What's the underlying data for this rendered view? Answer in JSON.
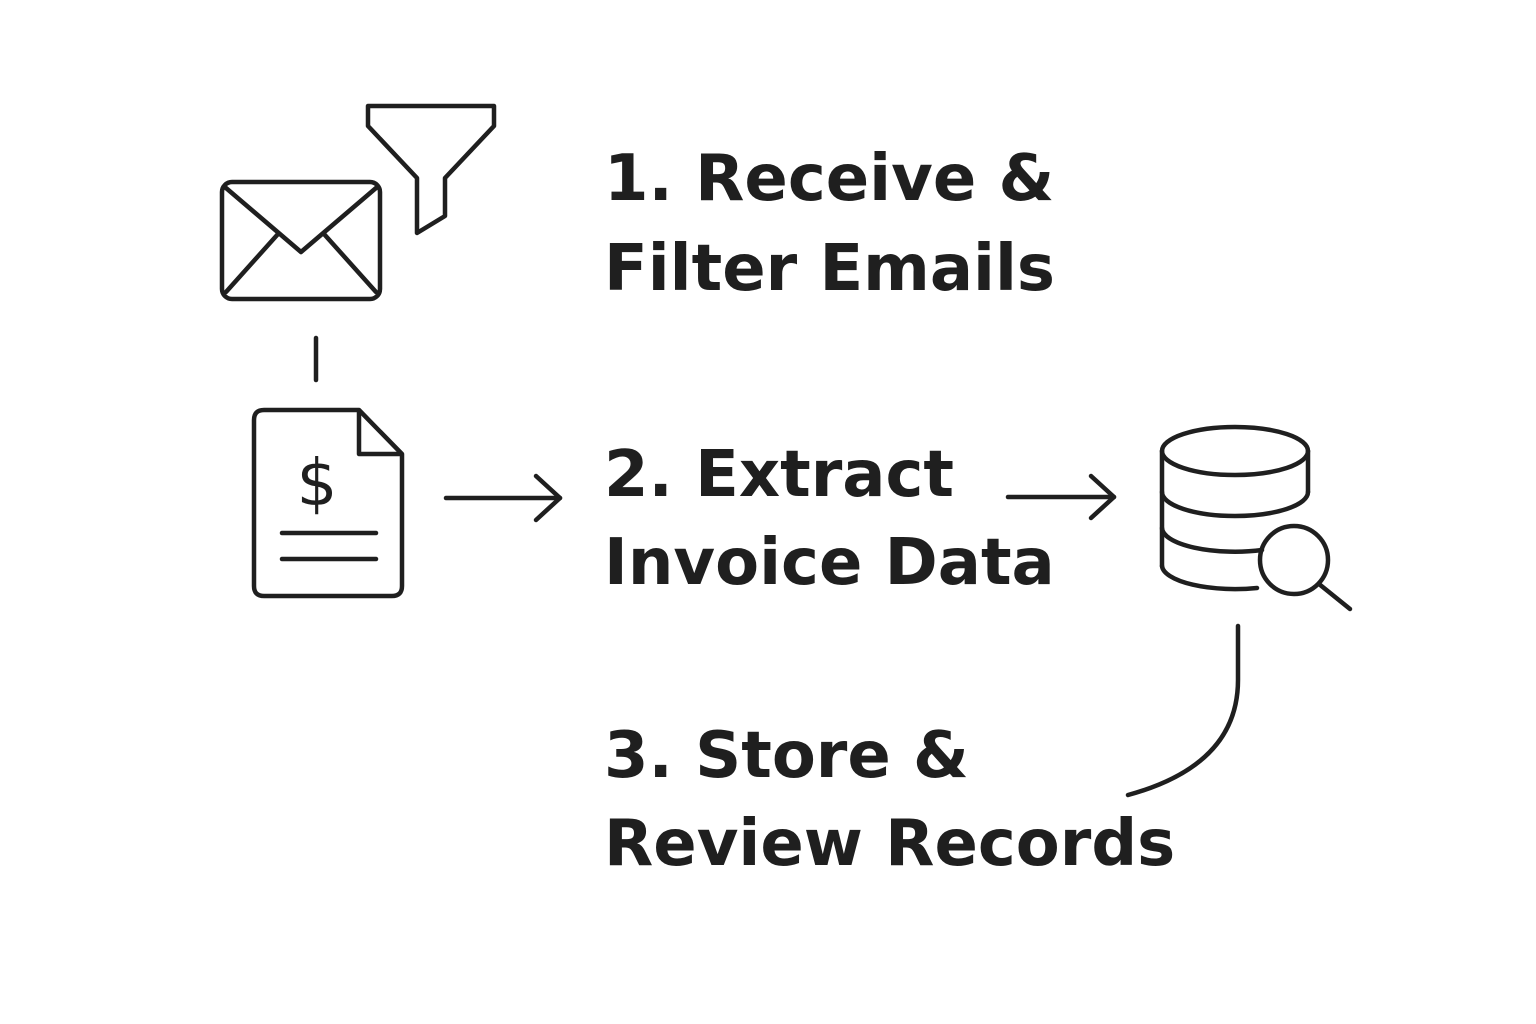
{
  "steps": [
    {
      "line1": "1. Receive &",
      "line2": "Filter Emails"
    },
    {
      "line1": "2. Extract",
      "line2": "Invoice Data"
    },
    {
      "line1": "3. Store &",
      "line2": "Review Records"
    }
  ],
  "invoice_symbol": "$",
  "icons": {
    "email": "envelope-icon",
    "filter": "funnel-icon",
    "invoice": "invoice-document-icon",
    "database": "database-search-icon"
  },
  "colors": {
    "stroke": "#1f1f1f",
    "background": "#ffffff"
  }
}
